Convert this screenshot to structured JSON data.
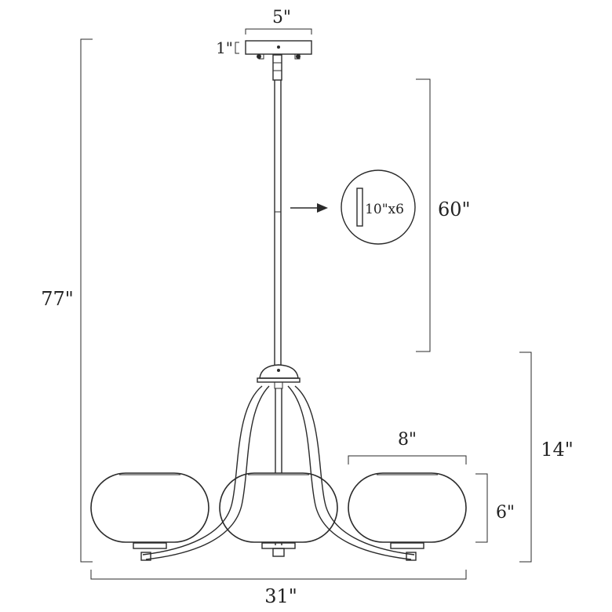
{
  "dimensions": {
    "canopy_width": "5\"",
    "canopy_height": "1\"",
    "overall_height": "77\"",
    "rod_length": "60\"",
    "rod_detail": "10\"x6",
    "fixture_height": "14\"",
    "shade_width": "8\"",
    "shade_height": "6\"",
    "overall_width": "31\""
  }
}
